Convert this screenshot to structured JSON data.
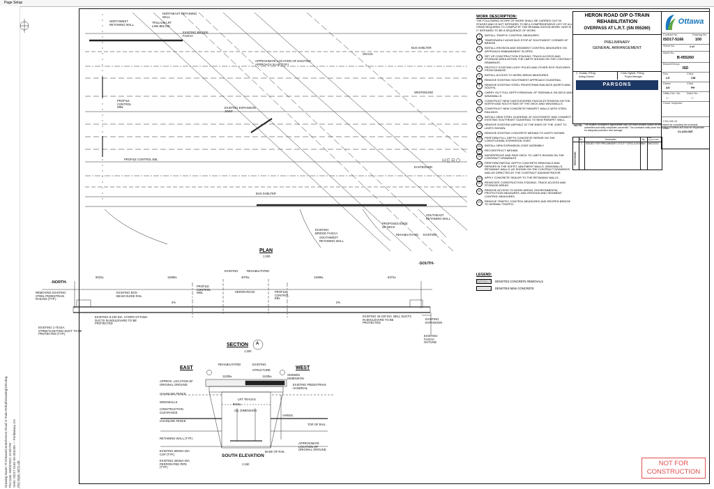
{
  "top_bar": {
    "page_setup": "Page Setup"
  },
  "left_strip": {
    "lines": [
      "Drawing Name: R:\\Ottawa\\Centre\\Heron Road O-Train Rehab\\Drawing\\100.dwg",
      "Plot Date: 06/02/2021 12:00 PM",
      "Xrefs: ISD17-5166 SN 055260 — Preliminary GA",
      "Plot Style: MTO.ctb"
    ]
  },
  "plan": {
    "labels": {
      "northeast_retaining_wall": "NORTHEAST RETAINING WALL",
      "northwest_retaining_wall": "NORTHWEST RETAINING WALL",
      "trillium_lrt": "TRILLIUM LRT LINE BELOW",
      "existing_bridge_fascia": "EXISTING BRIDGE FASCIA",
      "approach_slabs": "APPROXIMATE LOCATION OF EXISTING APPROACH SLAB (TYP.)",
      "bus_shelter_top": "BUS SHELTER",
      "profile_control_wbl": "PROFILE CONTROL WBL",
      "existing_expansion_joint": "EXISTING EXPANSION JOINT",
      "profile_control_ebl": "PROFILE CONTROL EBL",
      "bus_shelter_bottom": "BUS SHELTER",
      "existing_bridge_fascia_2": "EXISTING BRIDGE FASCIA",
      "southeast_retaining_wall": "SOUTHEAST RETAINING WALL",
      "southwest_retaining_wall": "SOUTHWEST RETAINING WALL",
      "proposed_edge_of_deck": "PROPOSED EDGE OF DECK",
      "rehabilitated": "REHABILITATED",
      "existing": "EXISTING",
      "grass": "GRASS",
      "westbound": "WESTBOUND",
      "eastbound": "EASTBOUND",
      "heron": "HERO"
    },
    "title": "PLAN",
    "scale": "1:200"
  },
  "section": {
    "north": "-NORTH-",
    "south": "-SOUTH-",
    "existing": "EXISTING",
    "rehabilitated": "REHABILITATED",
    "heron_road": "HERON ROAD",
    "profile_control_wbl": "PROFILE CONTROL WBL",
    "profile_control_ebl": "PROFILE CONTROL EBL",
    "removing_railing": "REMOVING EXISTING STEEL PEDESTRIAN RAILING (TYP.)",
    "box_beam": "EXISTING BOX-BEAM GUIDE RAIL",
    "hydro_ducts_n": "EXISTING 8-100 DIA. HYDRO OTTAWA DUCTS IN BOULEVARD TO BE PROTECTED",
    "streetlighting": "EXISTING 1-75 DIA. STREETLIGHTING DUCT TO BE PROTECTED (TYP.)",
    "bell_ducts": "EXISTING 16-100 DIA. BELL DUCTS IN BOULEVARD TO BE PROTECTED",
    "expansion": "EXISTING EXPANSION",
    "fascia_outline": "EXISTING FASCIA OUTLINE",
    "dims": [
      "5023±",
      "11568±",
      "4078±",
      "11568±",
      "5372±"
    ],
    "slope_left": "2%",
    "slope_right": "2%",
    "title": "SECTION",
    "marker": "A",
    "scale": "1:200"
  },
  "elevation": {
    "east": "EAST",
    "west": "WEST",
    "rehabilitated": "REHABILITATED",
    "existing": "EXISTING",
    "structure": "STRUCTURE",
    "dim_left": "11335±",
    "dim_right": "11335±",
    "skewed_dimension": "SKEWED DIMENSION",
    "existing_ped_handrail": "EXISTING PEDESTRIAN HANDRAIL",
    "approx_ground": "APPROX. LOCATION OF ORIGINAL GROUND",
    "chainlink_1": "CHAINLINK FENCE",
    "wingwalls": "WINGWALLS",
    "construction_clearance": "CONSTRUCTION CLEARANCE",
    "chainlink_2": "CHAINLINK FENCE",
    "lrt_tracks": "LRT TRACKS",
    "sq_dimension": "SQ. DIMENSION",
    "span": "5844±",
    "top_of_rail": "TOP OF RAIL",
    "varies": "VARIES",
    "retaining_wall": "RETAINING WALL (TYP.)",
    "csp": "EXISTING 600mm DIA. CSP (TYP.)",
    "perforated": "EXISTING 200mm DIA. PERFORATED PIPE (TYP.)",
    "base_of_rail": "BASE OF RAIL",
    "approx_ground_2": "APPROXIMATE LOCATION OF ORIGINAL GROUND",
    "title": "SOUTH ELEVATION",
    "scale": "1:150"
  },
  "work_description": {
    "heading": "WORK DESCRIPTION:",
    "intro": "THE FOLLOWING SCOPE OF WORK SHALL BE CARRIED OUT IN STAGES AND IS NOT INTENDED TO BE A COMPREHENSIVE LIST OF ALL ITEMS REQUIRED TO COMPLETE THE REHABILITATION WORK, NOR IS IT INTENDED TO BE A SEQUENCE OF WORK.",
    "items": [
      "INSTALL TRAFFIC CONTROL MEASURES.",
      "TEMPORARILY MOVE BUS STOP AT SOUTHWEST CORNER OF BRIDGE.",
      "INSTALL EROSION AND SEDIMENT CONTROL MEASURES ON APPROACH EMBANKMENT SLOPES.",
      "SET UP CONSTRUCTION STAGING, TRACK ACCESS AND STORAGE AREA WITHIN THE LIMITS SHOWN ON THE CONTRACT DRAWINGS.",
      "PROTECT EXISTING LIGHT POLES AND OTHER SITE FEATURES FROM DAMAGE.",
      "INSTALL ACCESS TO WORK AREAS MEASURES.",
      "REMOVE EXISTING SOUTHWEST APPROACH GUIDERAIL.",
      "REMOVE EXISTING STEEL PEDESTRIAN RAILINGS (NORTH AND SOUTH).",
      "CARRY OUT FULL DEPTH REMOVAL OF SIDEWALK ON DECK AND WINGWALLS.",
      "CONSTRUCT NEW CANTILEVERED FASCIA EXTENSION ON THE NORTH AND SOUTH SIDE OF THE DECK AND WINGWALLS.",
      "CONSTRUCT NEW CONCRETE PARAPET WALLS WITH STEEL RAILINGS.",
      "INSTALL NEW STEEL GUIDERAIL AT SOUTHWEST AND CONNECT EXISTING SOUTHEAST GUIDERAIL TO NEW PARAPET WALL.",
      "REMOVE EXISTING ASPHALT AT THE ENDS OF THE JOINT TO LIMITS SHOWN.",
      "REMOVE EXISTING CONCRETE MEDIAN TO LIMITS SHOWN.",
      "PERFORM FULL DEPTH CONCRETE REPAIR ON THE LONGITUDINAL EXPANSION JOINT.",
      "INSTALL NEW EXPANSION JOINT ASSEMBLY.",
      "RECONSTRUCT MEDIAN.",
      "WATERPROOF AND PAVE DECK TO LIMITS SHOWN ON THE CONTRACT DRAWINGS.",
      "PERFORM PARTIAL DEPTH CONCRETE REMOVALS AND REPAIRS IN THE SOFFIT, ABUTMENT WALLS, WINGWALLS, RETAINING WALLS, AS SHOWN ON THE CONTRACT DRAWINGS AND AS DIRECTED BY THE CONTRACT ADMINISTRATOR.",
      "APPLY CONCRETE SEALER TO THE RETAINING WALLS.",
      "REINSTATE CONSTRUCTION STAGING, TRACK ACCESS AND STORAGE AREAS.",
      "REMOVE ACCESS TO WORK AREAS, ENVIRONMENTAL PROTECTION MEASURES, AND EROSION AND SEDIMENT CONTROL MEASURES.",
      "REMOVE TRAFFIC CONTROL MEASURES AND REOPEN BRIDGE TO NORMAL TRAFFIC."
    ]
  },
  "legend": {
    "heading": "LEGEND:",
    "items": [
      "DENOTES CONCRETE REMOVALS",
      "DENOTES NEW CONCRETE"
    ]
  },
  "title_block": {
    "project_line1": "HERON ROAD O/P O-TRAIN",
    "project_line2": "REHABILITATION",
    "project_line3": "OVERPASS AT L.R.T. (SN 055260)",
    "sheet_title1": "PRELIMINARY",
    "sheet_title2": "GENERAL ARRANGEMENT",
    "person1_name": "C. Dudas, P.Eng.",
    "person1_role": "Acting Director",
    "person2_name": "Chris Ogilvie, P.Eng.",
    "person2_role": "Project Manager",
    "firm": "PARSONS"
  },
  "right_column": {
    "logo": "Ottawa",
    "contract_no_label": "Contract No.",
    "contract_no": "ISD17-5166",
    "drawing_no_label": "Drawing No.",
    "drawing_no": "100",
    "sheet_no_label": "Sheet No.",
    "sheet_no": "# of",
    "asset_label": "Asset No.",
    "asset": "B-055260",
    "branch_label": "Branch/Group",
    "branch": "ISD",
    "design_label": "Des.",
    "design": "LG",
    "check1_label": "Chkd.",
    "check1": "CW",
    "drawn_label": "Drawn",
    "drawn": "AG",
    "check2_label": "Chkd.",
    "check2": "PH",
    "utility_label": "Utility Circ. No.",
    "utility": "---",
    "index_label": "Index No.",
    "index": "---",
    "const_insp_label": "Const. Inspector",
    "csa_label": "CSA-W6-19",
    "load_label": "Load",
    "load": "CL-625-ONT"
  },
  "notes_block": {
    "label": "NOTE:",
    "text": "The location of utilities is approximate only, the exact location should be determined by consulting the municipal authorities and utility companies concerned. The contractor shall prove the location of utilities and shall be responsible for adequate protection from damage."
  },
  "revisions": {
    "header_no": "No.",
    "header_desc": "Description",
    "header_by": "By",
    "header_date": "Date (yyyy/mm/dd)",
    "rows": [
      {
        "no": "1",
        "desc": "ISSUED FOR PRELIMINARY UTILITY CIRCULATION",
        "by": "CW",
        "date": "06/02/2021"
      }
    ],
    "side_label": "REVISIONS"
  },
  "stamp": {
    "line1": "NOT FOR",
    "line2": "CONSTRUCTION"
  },
  "colors": {
    "firm_bg": "#1d3764",
    "stamp": "#e04e4e",
    "logo_blue": "#1b76bc",
    "logo_green": "#62a744"
  }
}
